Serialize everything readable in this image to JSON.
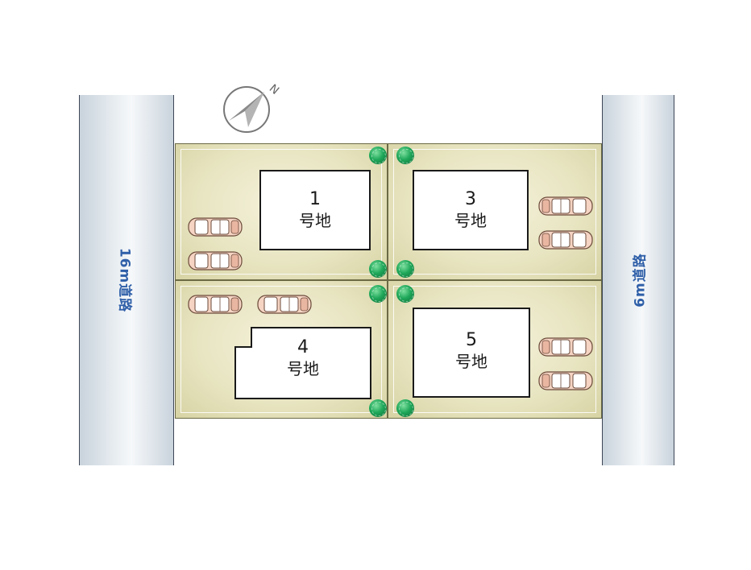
{
  "roads": {
    "left_label": "16m道路",
    "right_label": "6m道路"
  },
  "compass": {
    "north_letter": "N",
    "icon": "north-arrow-icon"
  },
  "lots": [
    {
      "id": "1",
      "number": "1",
      "label": "号地"
    },
    {
      "id": "3",
      "number": "3",
      "label": "号地"
    },
    {
      "id": "4",
      "number": "4",
      "label": "号地"
    },
    {
      "id": "5",
      "number": "5",
      "label": "号地"
    }
  ],
  "colors": {
    "road_label": "#2f5fa8",
    "lot_fill": "#e8e5c2",
    "tree": "#1fa85a",
    "car_body": "#f2c7b5"
  }
}
